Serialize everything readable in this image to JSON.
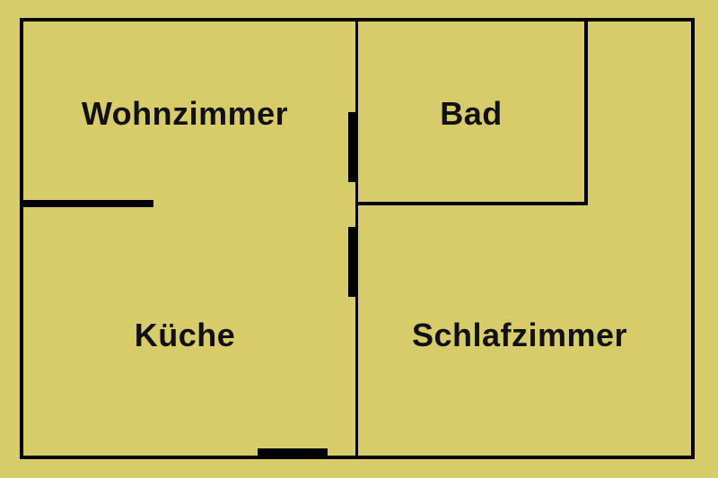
{
  "colors": {
    "background": "#d8cb6a",
    "walls": "#000000",
    "text": "#111111"
  },
  "rooms": {
    "living_room": "Wohnzimmer",
    "bathroom": "Bad",
    "kitchen": "Küche",
    "bedroom": "Schlafzimmer"
  }
}
